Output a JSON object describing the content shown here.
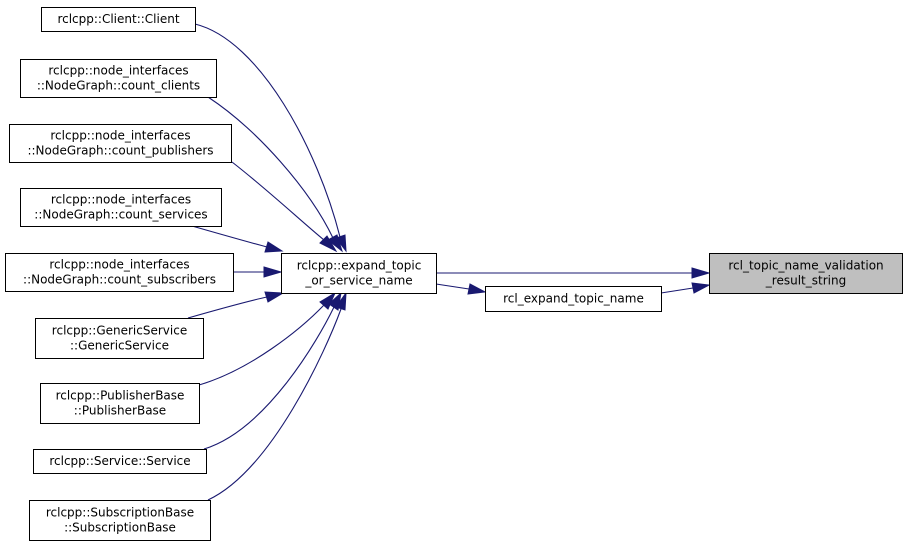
{
  "graph": {
    "colors": {
      "edge": "#191970",
      "node_border": "#000000",
      "node_fill": "#ffffff",
      "focus_fill": "#bfbfbf",
      "text": "#000000"
    },
    "nodes": [
      {
        "id": "client",
        "lines": [
          "rclcpp::Client::Client"
        ]
      },
      {
        "id": "count_clients",
        "lines": [
          "rclcpp::node_interfaces",
          "::NodeGraph::count_clients"
        ]
      },
      {
        "id": "count_publishers",
        "lines": [
          "rclcpp::node_interfaces",
          "::NodeGraph::count_publishers"
        ]
      },
      {
        "id": "count_services",
        "lines": [
          "rclcpp::node_interfaces",
          "::NodeGraph::count_services"
        ]
      },
      {
        "id": "count_subscribers",
        "lines": [
          "rclcpp::node_interfaces",
          "::NodeGraph::count_subscribers"
        ]
      },
      {
        "id": "generic_service",
        "lines": [
          "rclcpp::GenericService",
          "::GenericService"
        ]
      },
      {
        "id": "publisher_base",
        "lines": [
          "rclcpp::PublisherBase",
          "::PublisherBase"
        ]
      },
      {
        "id": "service",
        "lines": [
          "rclcpp::Service::Service"
        ]
      },
      {
        "id": "subscription_base",
        "lines": [
          "rclcpp::SubscriptionBase",
          "::SubscriptionBase"
        ]
      },
      {
        "id": "expand_topic",
        "lines": [
          "rclcpp::expand_topic",
          "_or_service_name"
        ]
      },
      {
        "id": "rcl_expand",
        "lines": [
          "rcl_expand_topic_name"
        ]
      },
      {
        "id": "target",
        "lines": [
          "rcl_topic_name_validation",
          "_result_string"
        ],
        "focus": true
      }
    ],
    "edges": [
      {
        "from": "client",
        "to": "expand_topic"
      },
      {
        "from": "count_clients",
        "to": "expand_topic"
      },
      {
        "from": "count_publishers",
        "to": "expand_topic"
      },
      {
        "from": "count_services",
        "to": "expand_topic"
      },
      {
        "from": "count_subscribers",
        "to": "expand_topic"
      },
      {
        "from": "generic_service",
        "to": "expand_topic"
      },
      {
        "from": "publisher_base",
        "to": "expand_topic"
      },
      {
        "from": "service",
        "to": "expand_topic"
      },
      {
        "from": "subscription_base",
        "to": "expand_topic"
      },
      {
        "from": "expand_topic",
        "to": "target"
      },
      {
        "from": "expand_topic",
        "to": "rcl_expand"
      },
      {
        "from": "rcl_expand",
        "to": "target"
      }
    ]
  }
}
